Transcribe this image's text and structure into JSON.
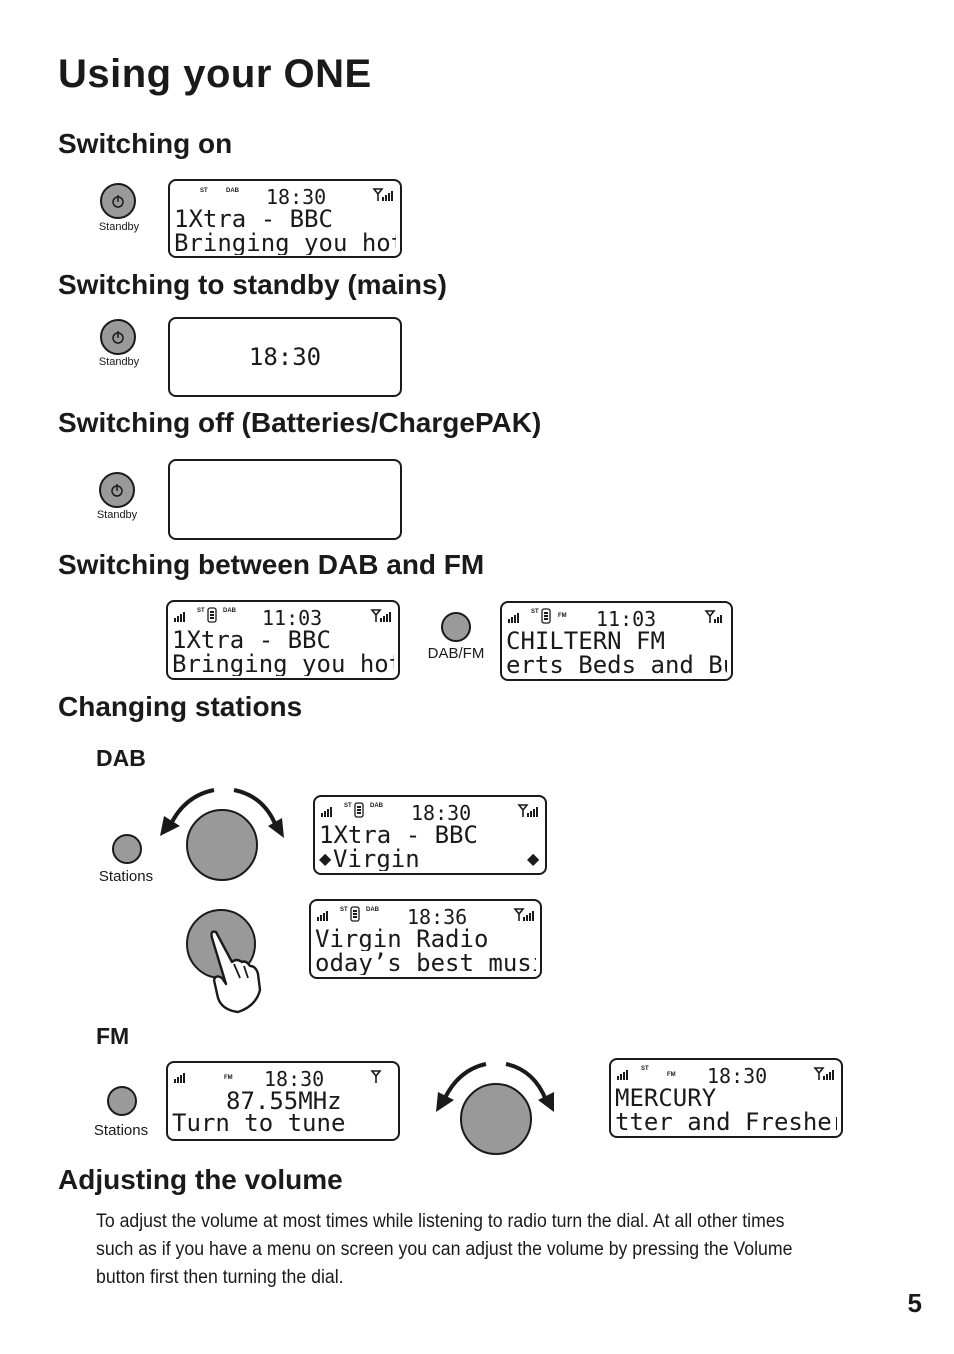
{
  "title": "Using your ONE",
  "sections": {
    "switching_on": "Switching on",
    "standby": "Switching to standby (mains)",
    "off": "Switching off (Batteries/ChargePAK)",
    "dab_fm": "Switching between DAB and FM",
    "changing": "Changing stations",
    "volume": "Adjusting the volume"
  },
  "subsections": {
    "dab": "DAB",
    "fm": "FM"
  },
  "labels": {
    "standby": "Standby",
    "dab_fm": "DAB/FM",
    "stations": "Stations"
  },
  "tags": {
    "st": "ST",
    "dab": "DAB",
    "fm": "FM"
  },
  "displays": {
    "on": {
      "time": "18:30",
      "line1": "1Xtra - BBC",
      "line2": "Bringing you hot"
    },
    "standby": {
      "time": "18:30"
    },
    "dab": {
      "time": "11:03",
      "line1": "1Xtra - BBC",
      "line2": "Bringing you hot"
    },
    "fm": {
      "time": "11:03",
      "line1": "CHILTERN FM",
      "line2": "erts Beds and Bu"
    },
    "dab_browse": {
      "time": "18:30",
      "line1": "1Xtra - BBC",
      "line2": "Virgin",
      "arrow_left": "◆",
      "arrow_right": "◆"
    },
    "dab_select": {
      "time": "18:36",
      "line1": "Virgin Radio",
      "line2": "oday’s best musi"
    },
    "fm_tune": {
      "time": "18:30",
      "line1": "87.55MHz",
      "line2": "Turn to tune"
    },
    "fm_found": {
      "time": "18:30",
      "line1": "MERCURY",
      "line2": "tter and Fresher"
    }
  },
  "volume_text": "To adjust the volume at most times while listening to radio turn the dial. At all other times such as if you have a menu on screen you can adjust the volume by pressing the Volume button first then turning the dial.",
  "page_number": "5",
  "icons": [
    "power-icon",
    "signal-strength-icon",
    "antenna-icon",
    "battery-icon",
    "rotate-arrow-icon",
    "pointing-hand-icon"
  ]
}
